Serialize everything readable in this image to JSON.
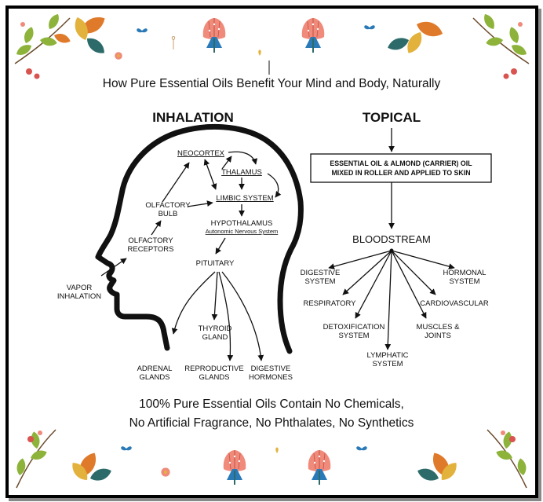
{
  "title": "How Pure Essential Oils Benefit Your Mind and Body, Naturally",
  "inhalation": {
    "heading": "INHALATION",
    "labels": {
      "neocortex": "NEOCORTEX",
      "thalamus": "THALAMUS",
      "limbic": "LIMBIC SYSTEM",
      "hypothalamus": "HYPOTHALAMUS",
      "ans": "Autonomic Nervous System",
      "olfactory_bulb_1": "OLFACTORY",
      "olfactory_bulb_2": "BULB",
      "olfactory_receptors_1": "OLFACTORY",
      "olfactory_receptors_2": "RECEPTORS",
      "vapor_1": "VAPOR",
      "vapor_2": "INHALATION",
      "pituitary": "PITUITARY",
      "thyroid_1": "THYROID",
      "thyroid_2": "GLAND",
      "adrenal_1": "ADRENAL",
      "adrenal_2": "GLANDS",
      "reproductive_1": "REPRODUCTIVE",
      "reproductive_2": "GLANDS",
      "digestive_1": "DIGESTIVE",
      "digestive_2": "HORMONES"
    }
  },
  "topical": {
    "heading": "TOPICAL",
    "box_line_1": "ESSENTIAL OIL & ALMOND (CARRIER) OIL",
    "box_line_2": "MIXED IN ROLLER AND APPLIED TO SKIN",
    "bloodstream": "BLOODSTREAM",
    "labels": {
      "digestive_1": "DIGESTIVE",
      "digestive_2": "SYSTEM",
      "hormonal_1": "HORMONAL",
      "hormonal_2": "SYSTEM",
      "respiratory": "RESPIRATORY",
      "cardiovascular": "CARDIOVASCULAR",
      "detox_1": "DETOXIFICATION",
      "detox_2": "SYSTEM",
      "muscles_1": "MUSCLES &",
      "muscles_2": "JOINTS",
      "lymphatic_1": "LYMPHATIC",
      "lymphatic_2": "SYSTEM"
    }
  },
  "footer": {
    "line_1": "100% Pure Essential Oils Contain No Chemicals,",
    "line_2": "No Artificial Fragrance, No Phthalates, No Synthetics"
  },
  "colors": {
    "leaf_green": "#8db33a",
    "leaf_orange": "#e07a2b",
    "leaf_dark": "#2d6a6a",
    "flower_pink": "#f08a7a",
    "flower_blue": "#2b7ab8",
    "berry_red": "#d9534f",
    "mustard": "#e3b23c"
  }
}
